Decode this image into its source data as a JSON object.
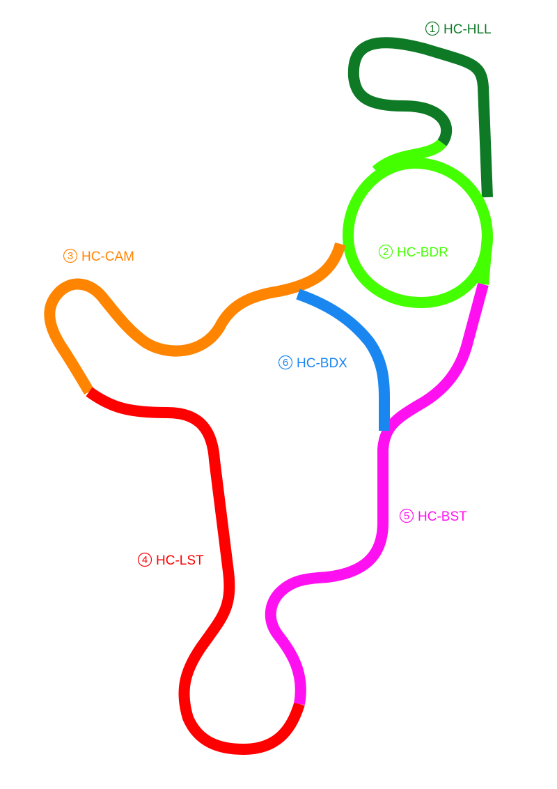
{
  "segments": [
    {
      "id": "hll",
      "number": "1",
      "code": "HC-HLL",
      "color": "#0e7a26"
    },
    {
      "id": "bdr",
      "number": "2",
      "code": "HC-BDR",
      "color": "#44ff00"
    },
    {
      "id": "cam",
      "number": "3",
      "code": "HC-CAM",
      "color": "#ff8400"
    },
    {
      "id": "lst",
      "number": "4",
      "code": "HC-LST",
      "color": "#ff0000"
    },
    {
      "id": "bst",
      "number": "5",
      "code": "HC-BST",
      "color": "#ff10f0"
    },
    {
      "id": "bdx",
      "number": "6",
      "code": "HC-BDX",
      "color": "#1a86f0"
    }
  ]
}
